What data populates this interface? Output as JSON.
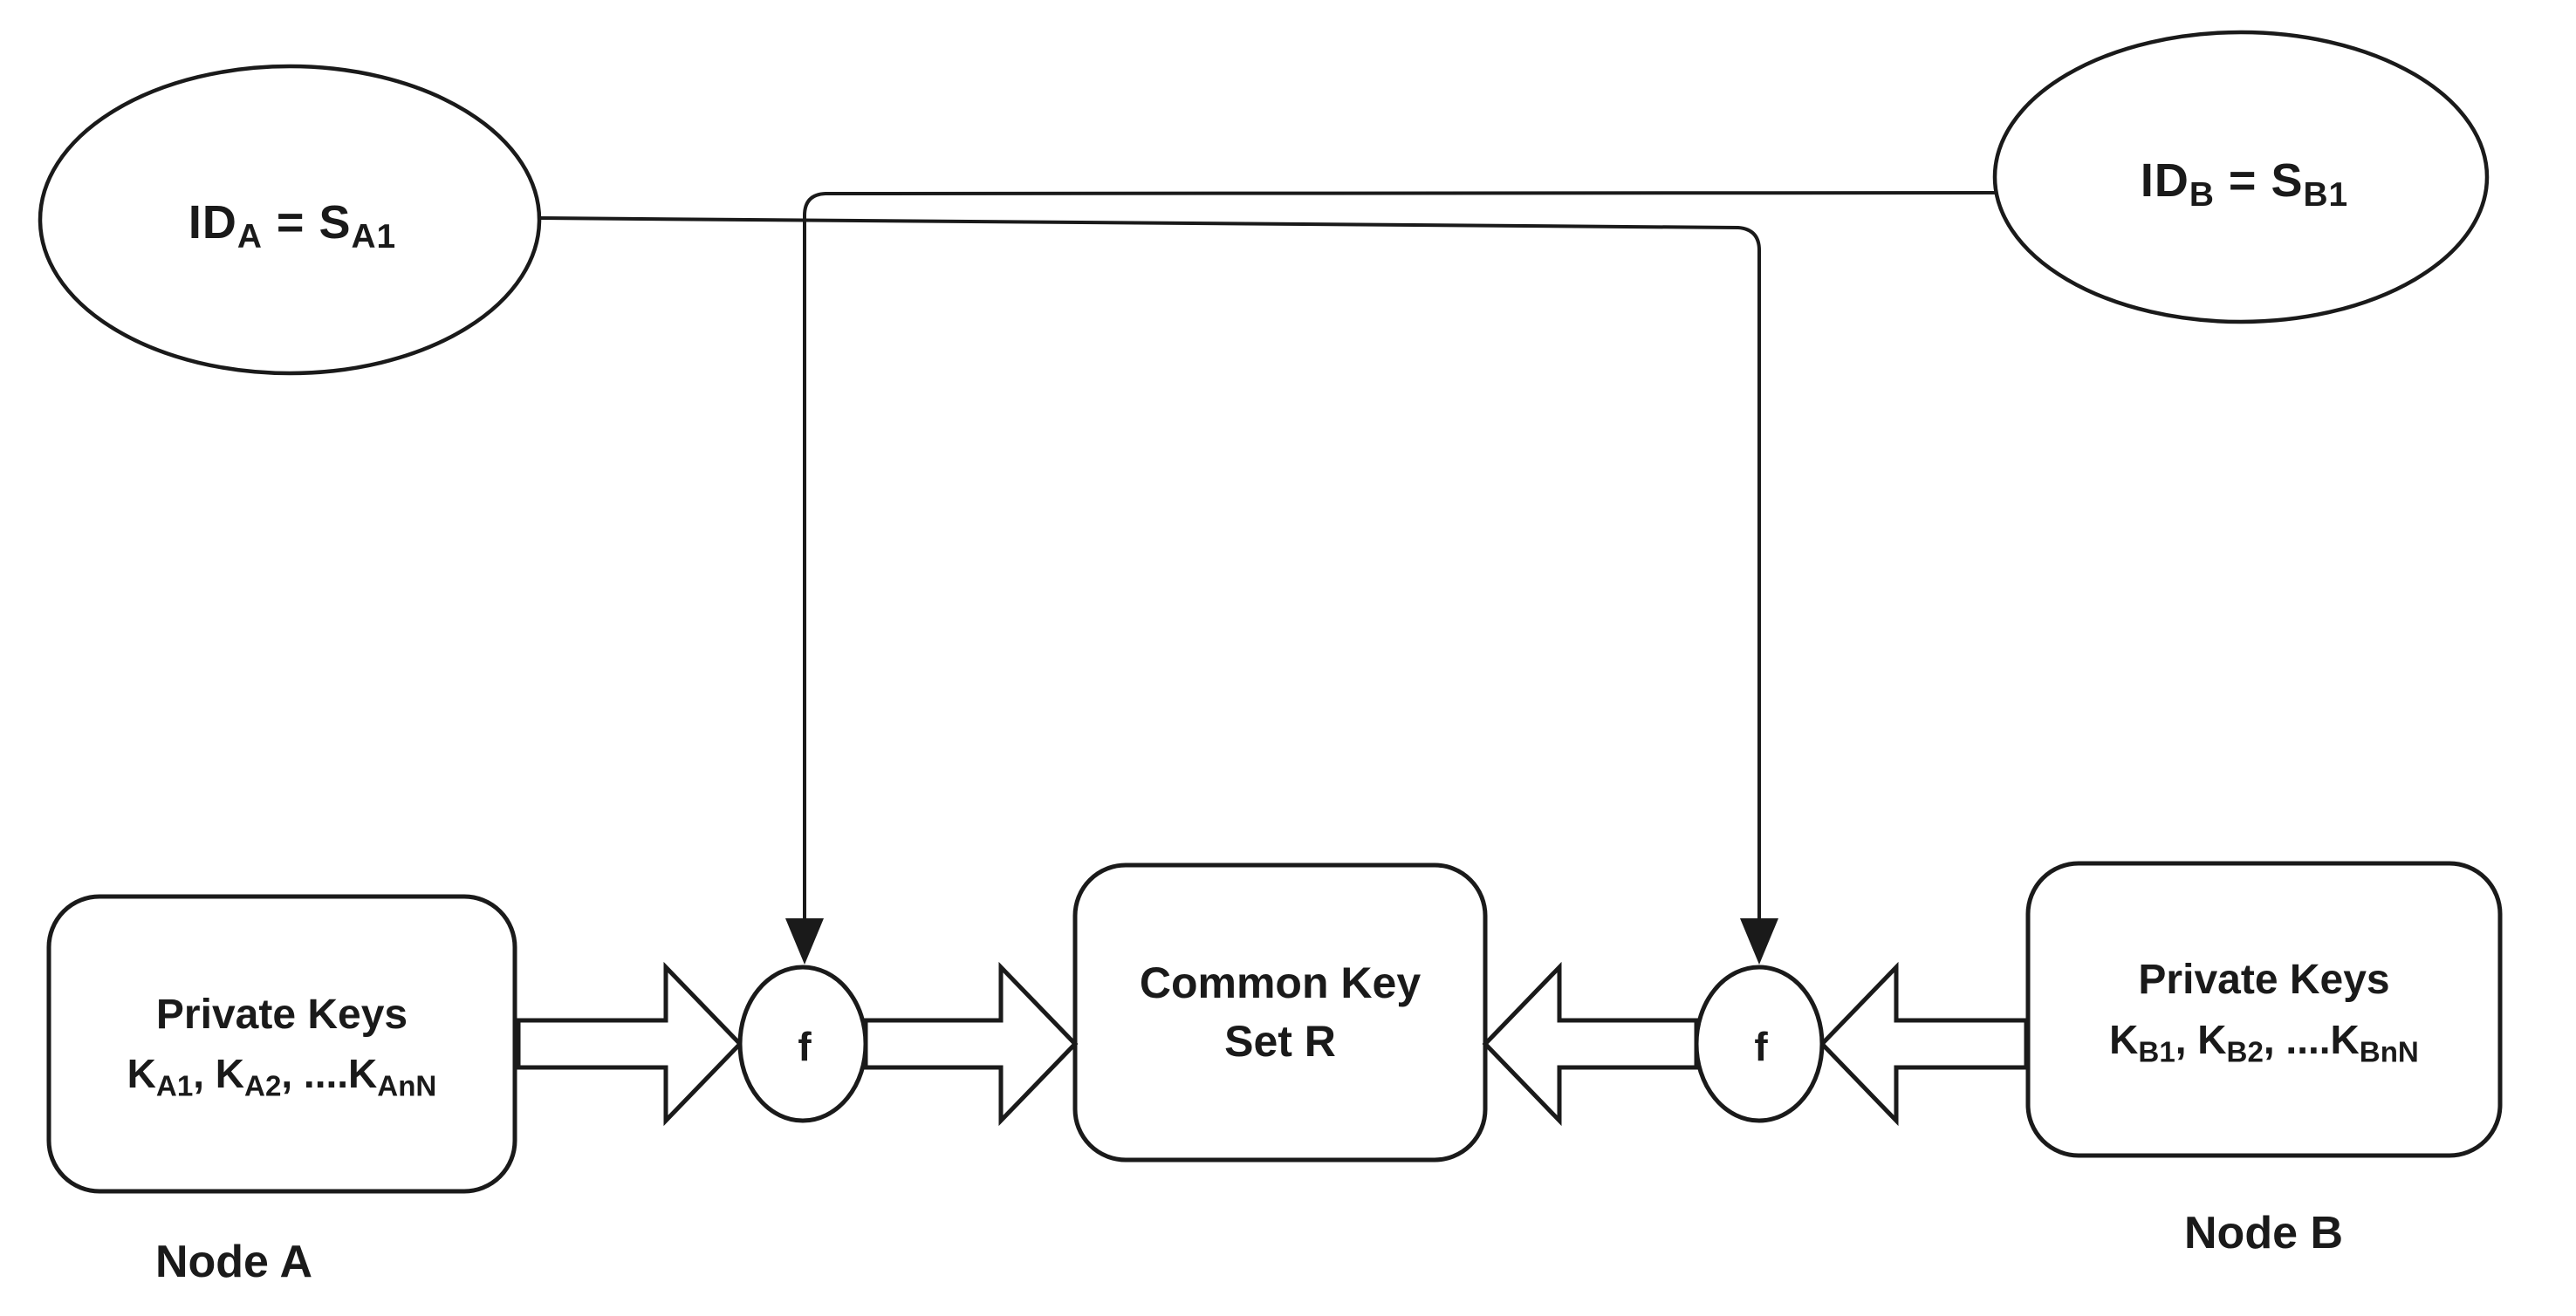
{
  "colors": {
    "ink": "#1a1a1a",
    "background": "#ffffff"
  },
  "ellipse_a": {
    "base1": "ID",
    "sub1": "A",
    "eq": " = ",
    "base2": "S",
    "sub2": "A1"
  },
  "ellipse_b": {
    "base1": "ID",
    "sub1": "B",
    "eq": " = ",
    "base2": "S",
    "sub2": "B1"
  },
  "box_a": {
    "title": "Private Keys",
    "k1": "K",
    "s1": "A1",
    "sep1": ", ",
    "k2": "K",
    "s2": "A2",
    "sep2": ", ....",
    "k3": "K",
    "s3": "AnN"
  },
  "box_b": {
    "title": "Private Keys",
    "k1": "K",
    "s1": "B1",
    "sep1": ", ",
    "k2": "K",
    "s2": "B2",
    "sep2": ", ....",
    "k3": "K",
    "s3": "BnN"
  },
  "box_common": {
    "line1": "Common Key",
    "line2": "Set R"
  },
  "f_left": {
    "label": "f"
  },
  "f_right": {
    "label": "f"
  },
  "node_a": {
    "label": "Node A"
  },
  "node_b": {
    "label": "Node B"
  }
}
